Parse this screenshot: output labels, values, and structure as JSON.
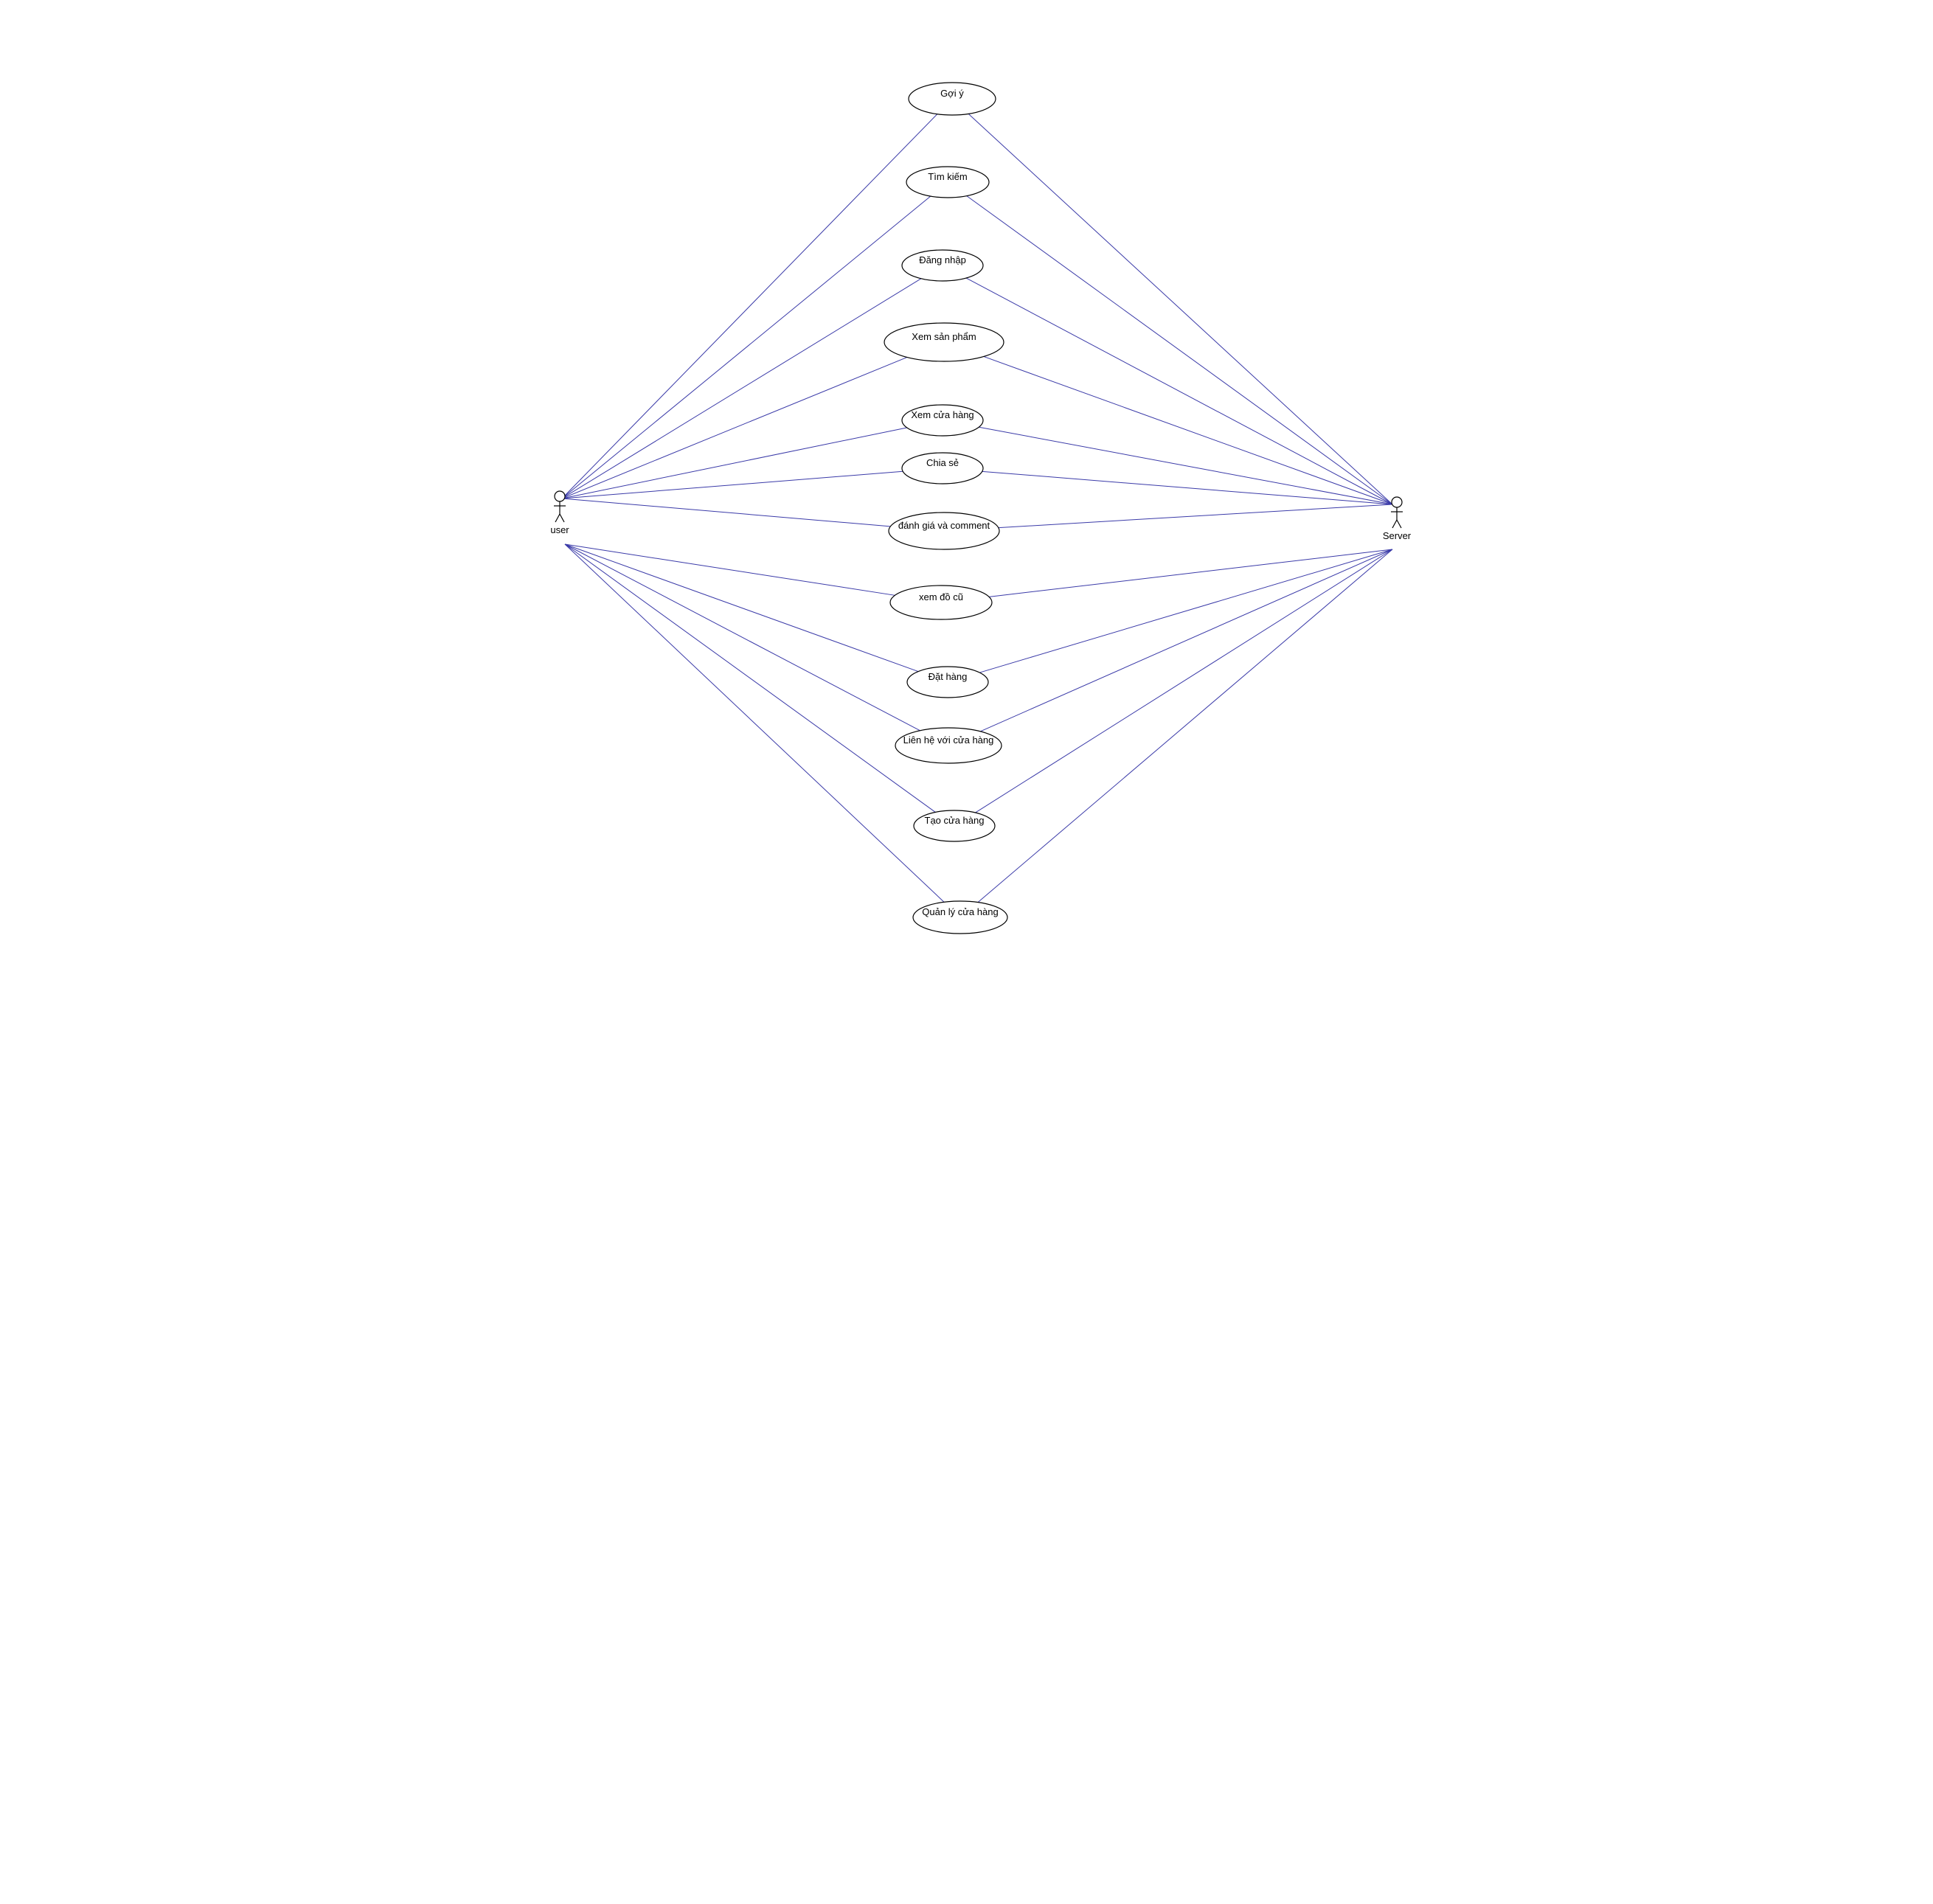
{
  "diagram": {
    "type": "use-case",
    "line_color": "#3a3aa8",
    "actors": [
      {
        "id": "user",
        "label": "user"
      },
      {
        "id": "server",
        "label": "Server"
      }
    ],
    "use_cases": [
      {
        "id": "goi-y",
        "label": "Gợi ý"
      },
      {
        "id": "tim-kiem",
        "label": "Tìm kiếm"
      },
      {
        "id": "dang-nhap",
        "label": "Đăng nhập"
      },
      {
        "id": "xem-san-pham",
        "label": "Xem sản phẩm"
      },
      {
        "id": "xem-cua-hang",
        "label": "Xem cửa hàng"
      },
      {
        "id": "chia-se",
        "label": "Chia sẻ"
      },
      {
        "id": "danh-gia-comment",
        "label": "đánh giá và comment"
      },
      {
        "id": "xem-do-cu",
        "label": "xem đồ cũ"
      },
      {
        "id": "dat-hang",
        "label": "Đặt hàng"
      },
      {
        "id": "lien-he-cua-hang",
        "label": "Liên hệ với cửa hàng"
      },
      {
        "id": "tao-cua-hang",
        "label": "Tạo cửa hàng"
      },
      {
        "id": "quan-ly-cua-hang",
        "label": "Quản lý cửa hàng"
      }
    ],
    "associations": [
      {
        "actor": "user",
        "use_case": "goi-y"
      },
      {
        "actor": "user",
        "use_case": "tim-kiem"
      },
      {
        "actor": "user",
        "use_case": "dang-nhap"
      },
      {
        "actor": "user",
        "use_case": "xem-san-pham"
      },
      {
        "actor": "user",
        "use_case": "xem-cua-hang"
      },
      {
        "actor": "user",
        "use_case": "chia-se"
      },
      {
        "actor": "user",
        "use_case": "danh-gia-comment"
      },
      {
        "actor": "user",
        "use_case": "xem-do-cu"
      },
      {
        "actor": "user",
        "use_case": "dat-hang"
      },
      {
        "actor": "user",
        "use_case": "lien-he-cua-hang"
      },
      {
        "actor": "user",
        "use_case": "tao-cua-hang"
      },
      {
        "actor": "user",
        "use_case": "quan-ly-cua-hang"
      },
      {
        "actor": "server",
        "use_case": "goi-y"
      },
      {
        "actor": "server",
        "use_case": "tim-kiem"
      },
      {
        "actor": "server",
        "use_case": "dang-nhap"
      },
      {
        "actor": "server",
        "use_case": "xem-san-pham"
      },
      {
        "actor": "server",
        "use_case": "xem-cua-hang"
      },
      {
        "actor": "server",
        "use_case": "chia-se"
      },
      {
        "actor": "server",
        "use_case": "danh-gia-comment"
      },
      {
        "actor": "server",
        "use_case": "xem-do-cu"
      },
      {
        "actor": "server",
        "use_case": "dat-hang"
      },
      {
        "actor": "server",
        "use_case": "lien-he-cua-hang"
      },
      {
        "actor": "server",
        "use_case": "tao-cua-hang"
      },
      {
        "actor": "server",
        "use_case": "quan-ly-cua-hang"
      }
    ]
  }
}
